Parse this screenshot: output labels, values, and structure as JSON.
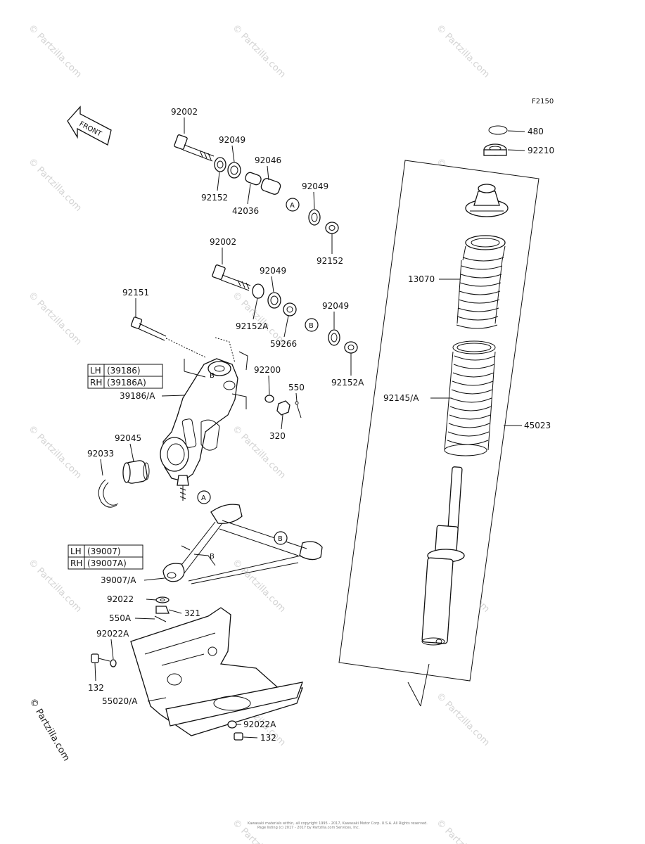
{
  "diagram_code": "F2150",
  "front_label": "FRONT",
  "watermark": "© Partzilla.com",
  "side_watermark": "© Partzilla.com",
  "ref_labels": {
    "a": "A",
    "b": "B"
  },
  "boxes": {
    "knuckle": {
      "lh": "LH",
      "lh_val": "(39186)",
      "rh": "RH",
      "rh_val": "(39186A)"
    },
    "arm": {
      "lh": "LH",
      "lh_val": "(39007)",
      "rh": "RH",
      "rh_val": "(39007A)"
    }
  },
  "parts": {
    "p92002_top": "92002",
    "p92049_top": "92049",
    "p92046": "92046",
    "p92152_top": "92152",
    "p42036": "42036",
    "p92049_top_r": "92049",
    "p92152_top_r": "92152",
    "p92002_mid": "92002",
    "p92049_mid": "92049",
    "p92151": "92151",
    "p92152A_mid": "92152A",
    "p92049_mid_r": "92049",
    "p59266": "59266",
    "p92152A_r": "92152A",
    "p92200": "92200",
    "p550": "550",
    "p39186A": "39186/A",
    "p320": "320",
    "p92045": "92045",
    "p92033": "92033",
    "p39007A": "39007/A",
    "p92022": "92022",
    "p321": "321",
    "p550A": "550A",
    "p92022A": "92022A",
    "p132": "132",
    "p55020A": "55020/A",
    "p92022A_b": "92022A",
    "p132_b": "132",
    "p480": "480",
    "p92210": "92210",
    "p13070": "13070",
    "p92145A": "92145/A",
    "p45023": "45023"
  },
  "footer": {
    "line1": "Kawasaki materials within, all copyright 1995 - 2017, Kawasaki Motor Corp. U.S.A.  All Rights reserved.",
    "line2": "Page listing (c) 2017 - 2017 by Partzilla.com Services, Inc."
  }
}
